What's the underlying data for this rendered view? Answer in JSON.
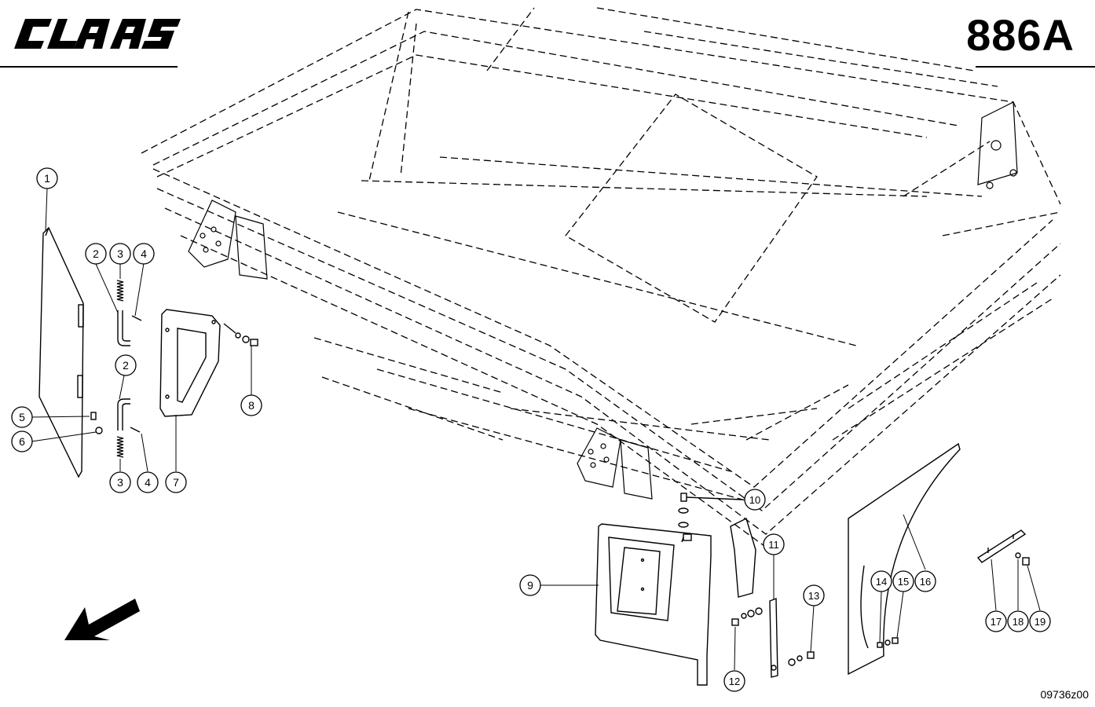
{
  "header": {
    "brand": "CLAAS",
    "page_number": "886A"
  },
  "footer": {
    "drawing_number": "09736z00"
  },
  "callouts": [
    {
      "id": "c1",
      "label": "1"
    },
    {
      "id": "c2a",
      "label": "2"
    },
    {
      "id": "c3a",
      "label": "3"
    },
    {
      "id": "c4a",
      "label": "4"
    },
    {
      "id": "c2b",
      "label": "2"
    },
    {
      "id": "c5",
      "label": "5"
    },
    {
      "id": "c6",
      "label": "6"
    },
    {
      "id": "c3b",
      "label": "3"
    },
    {
      "id": "c4b",
      "label": "4"
    },
    {
      "id": "c7",
      "label": "7"
    },
    {
      "id": "c8",
      "label": "8"
    },
    {
      "id": "c9",
      "label": "9"
    },
    {
      "id": "c10",
      "label": "10"
    },
    {
      "id": "c11",
      "label": "11"
    },
    {
      "id": "c12",
      "label": "12"
    },
    {
      "id": "c13",
      "label": "13"
    },
    {
      "id": "c14",
      "label": "14"
    },
    {
      "id": "c15",
      "label": "15"
    },
    {
      "id": "c16",
      "label": "16"
    },
    {
      "id": "c17",
      "label": "17"
    },
    {
      "id": "c18",
      "label": "18"
    },
    {
      "id": "c19",
      "label": "19"
    }
  ],
  "icons": {
    "direction_arrow": "arrow-down-left-icon",
    "logo": "claas-logo-icon"
  }
}
